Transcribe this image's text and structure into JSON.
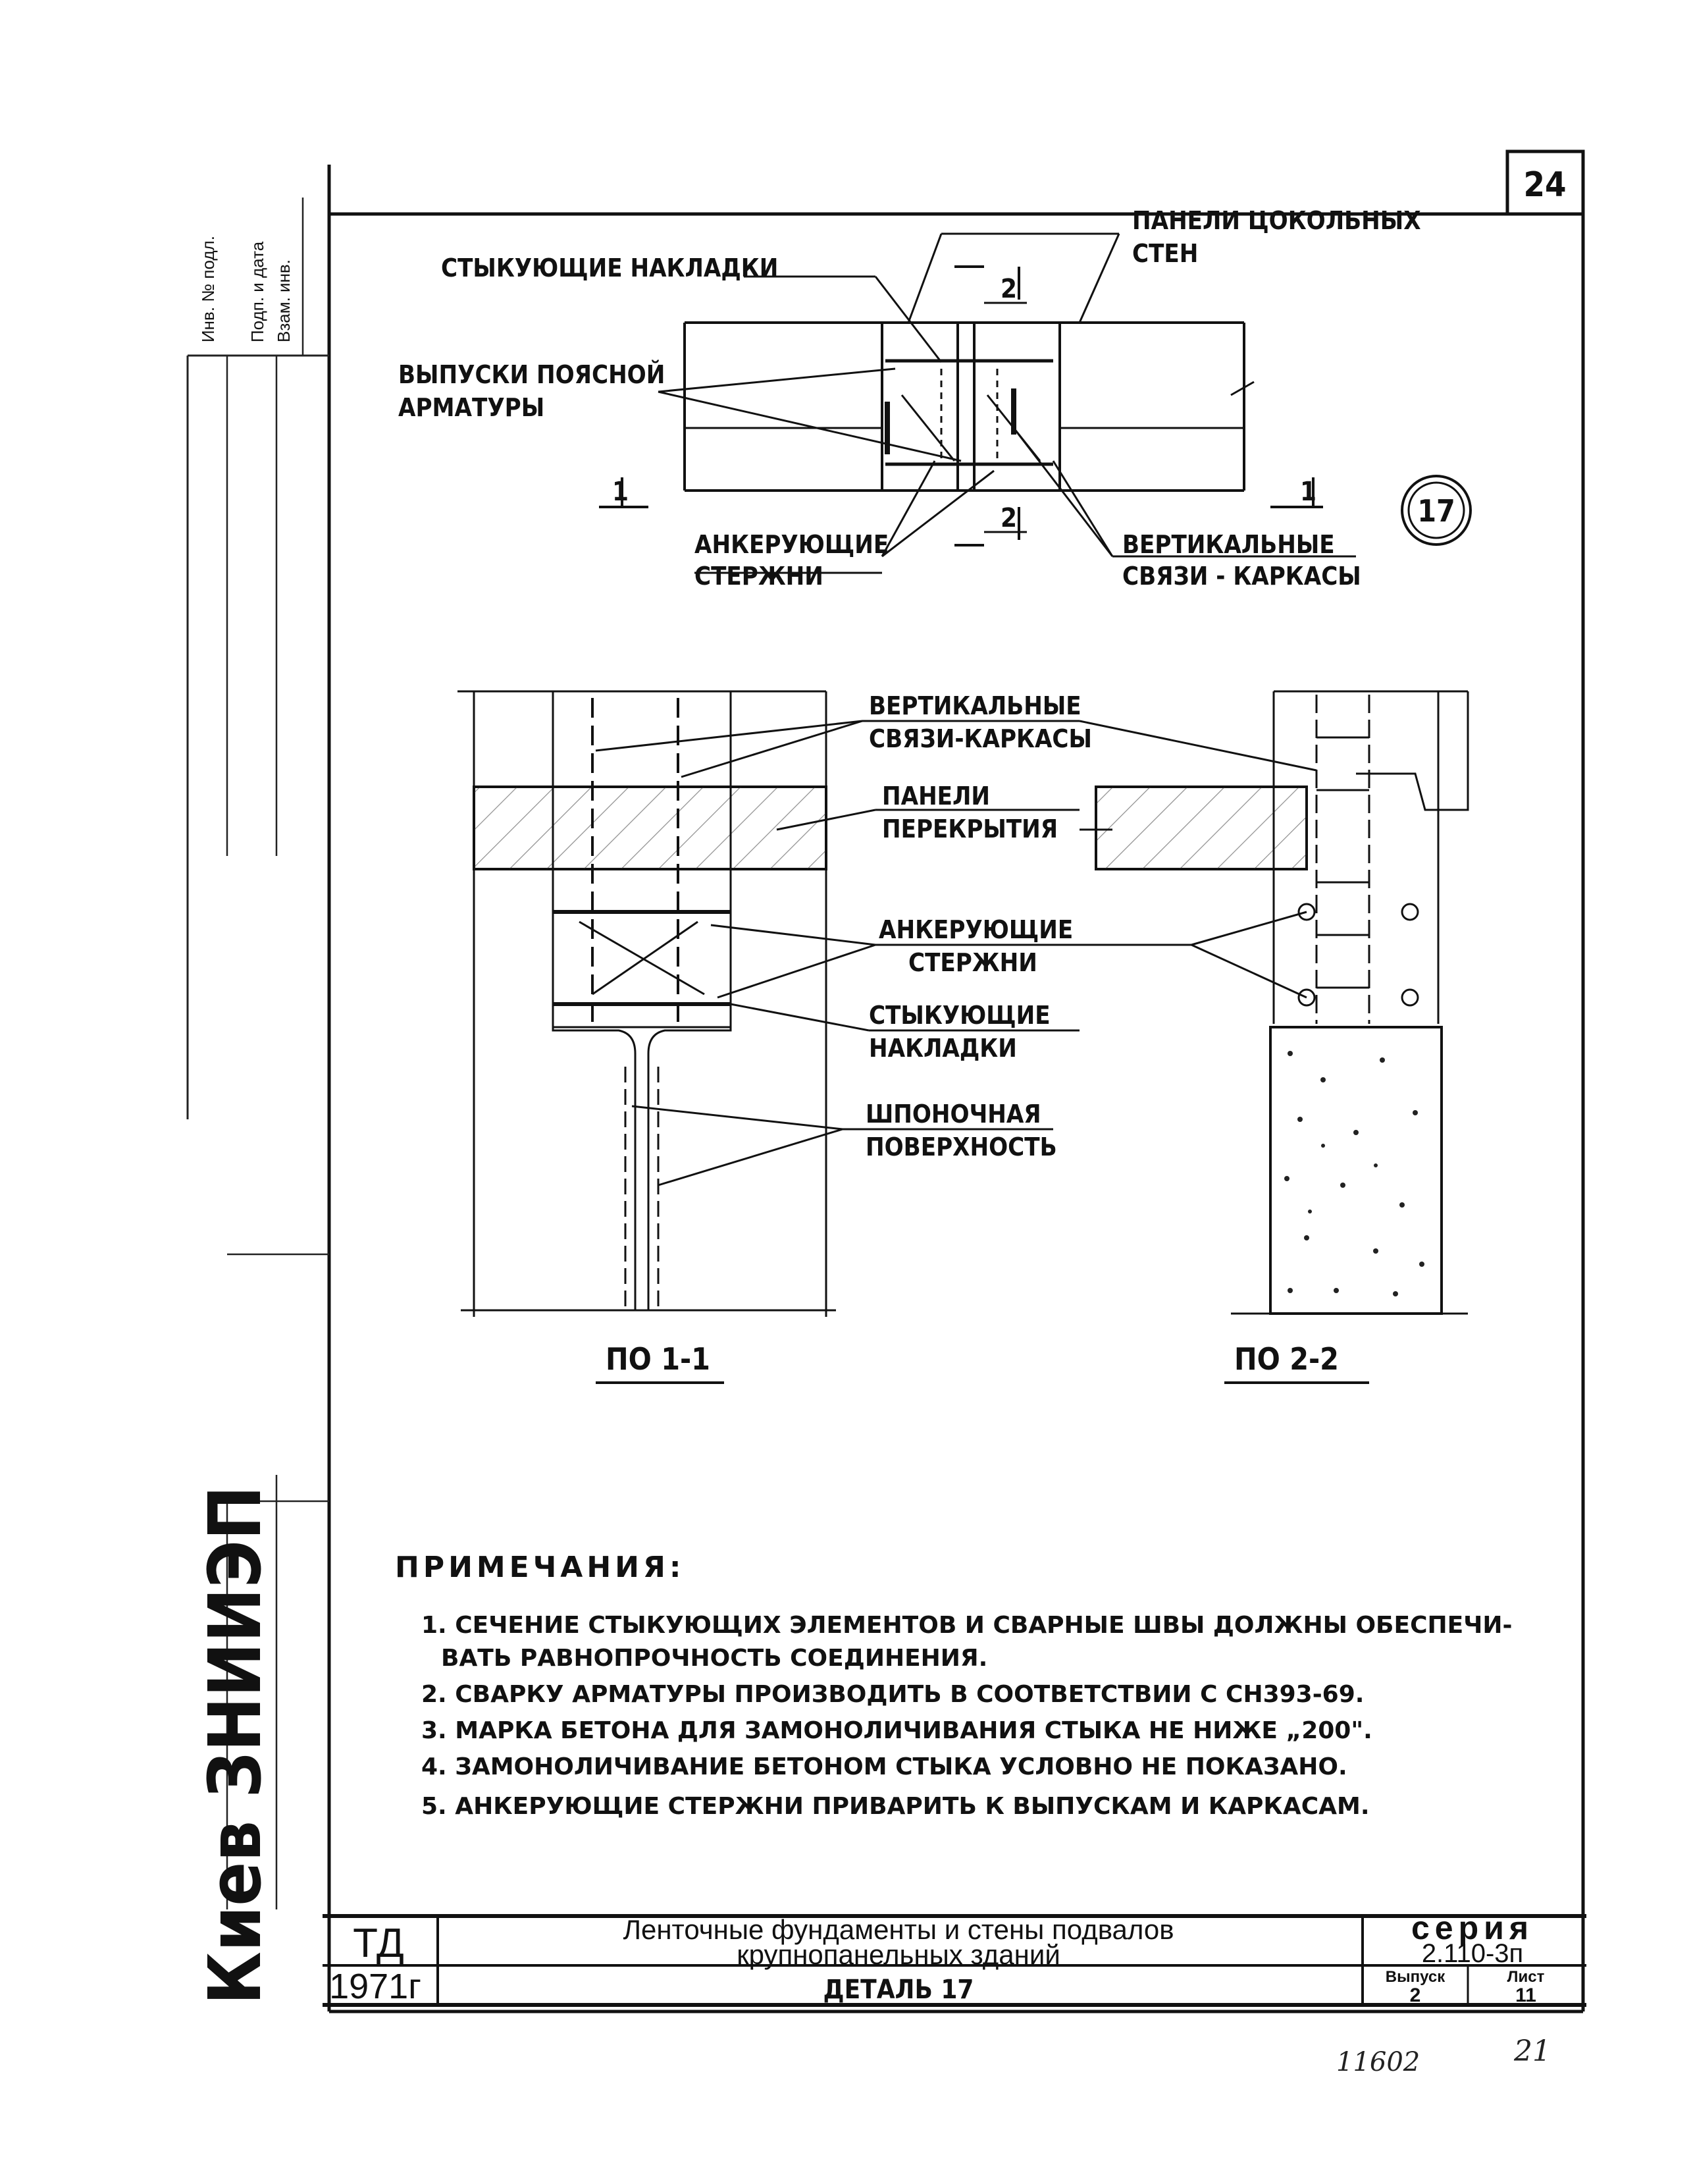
{
  "sheet": {
    "page_number": "24",
    "detail_mark": "17",
    "stamp_city": "Киев ЗНИИЭП"
  },
  "top_view": {
    "label_joint_plates": "СТЫКУЮЩИЕ НАКЛАДКИ",
    "label_panels_line1": "ПАНЕЛИ ЦОКОЛЬНЫХ",
    "label_panels_line2": "СТЕН",
    "label_outlets_line1": "ВЫПУСКИ ПОЯСНОЙ",
    "label_outlets_line2": "АРМАТУРЫ",
    "label_anchor_line1": "АНКЕРУЮЩИЕ",
    "label_anchor_line2": "СТЕРЖНИ",
    "label_vertical_line1": "ВЕРТИКАЛЬНЫЕ",
    "label_vertical_line2": "СВЯЗИ - КАРКАСЫ",
    "section_mark": "2",
    "cut_mark": "1"
  },
  "sections": {
    "label_vertical_line1": "ВЕРТИКАЛЬНЫЕ",
    "label_vertical_line2": "СВЯЗИ-КАРКАСЫ",
    "label_floor_line1": "ПАНЕЛИ",
    "label_floor_line2": "ПЕРЕКРЫТИЯ",
    "label_anchor_line1": "АНКЕРУЮЩИЕ",
    "label_anchor_line2": "СТЕРЖНИ",
    "label_plates_line1": "СТЫКУЮЩИЕ",
    "label_plates_line2": "НАКЛАДКИ",
    "label_key_line1": "ШПОНОЧНАЯ",
    "label_key_line2": "ПОВЕРХНОСТЬ",
    "caption_1": "ПО 1-1",
    "caption_2": "ПО 2-2"
  },
  "notes": {
    "heading": "ПРИМЕЧАНИЯ:",
    "items": [
      "1. СЕЧЕНИЕ СТЫКУЮЩИХ ЭЛЕМЕНТОВ И СВАРНЫЕ ШВЫ ДОЛЖНЫ ОБЕСПЕЧИ-",
      "ВАТЬ РАВНОПРОЧНОСТЬ СОЕДИНЕНИЯ.",
      "2. СВАРКУ АРМАТУРЫ ПРОИЗВОДИТЬ В СООТВЕТСТВИИ С СН393-69.",
      "3. МАРКА БЕТОНА ДЛЯ ЗАМОНОЛИЧИВАНИЯ СТЫКА НЕ НИЖЕ „200\".",
      "4. ЗАМОНОЛИЧИВАНИЕ БЕТОНОМ СТЫКА УСЛОВНО НЕ ПОКАЗАНО.",
      "5. АНКЕРУЮЩИЕ СТЕРЖНИ ПРИВАРИТЬ К ВЫПУСКАМ И КАРКАСАМ."
    ]
  },
  "title_block": {
    "code": "ТД",
    "year": "1971г",
    "title_line1": "Ленточные фундаменты и стены подвалов",
    "title_line2": "крупнопанельных зданий",
    "detail": "ДЕТАЛЬ 17",
    "series_label": "серия",
    "series_value": "2.110-3п",
    "issue_label": "Выпуск",
    "issue_value": "2",
    "sheet_label": "Лист",
    "sheet_value": "11"
  },
  "handwritten": {
    "inventory": "11602",
    "page": "21"
  },
  "side_strip": {
    "col1": "Взам. инв.",
    "col2": "Подп. и дата",
    "col3": "Инв. № подл."
  }
}
